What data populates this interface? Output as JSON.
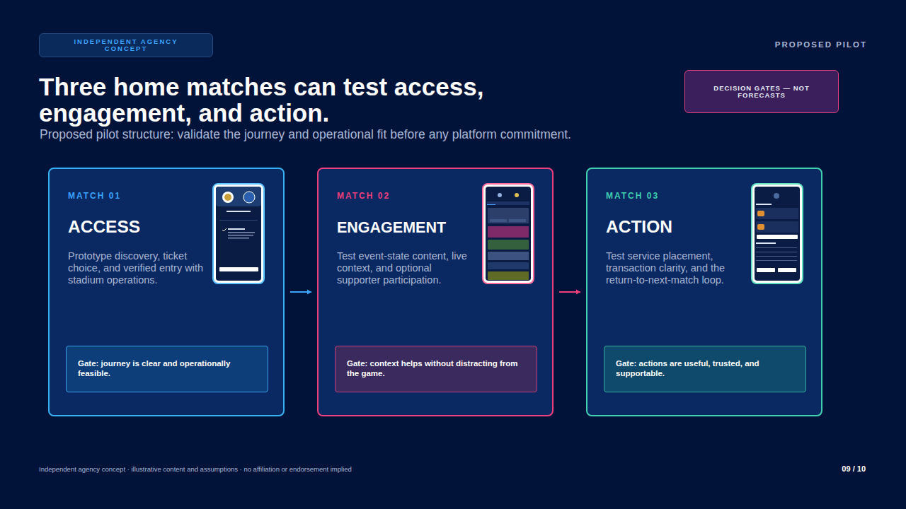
{
  "diagram": {
    "title": "Three home matches can test access, engagement, and action.",
    "nodes": [
      {
        "text": [
          "INDEPENDENT AGENCY CONCEPT"
        ]
      },
      {
        "text": [
          "DECISION GATES — NOT FORECASTS"
        ]
      },
      {
        "text": [
          "MATCH 01",
          "ACCESS",
          "Prototype discovery, ticket choice, and verified entry with stadium operations."
        ]
      },
      {
        "text": [
          "Gate: journey is clear and operationally feasible."
        ],
        "in": 2
      },
      {
        "text": [
          "MATCH 02",
          "ENGAGEMENT",
          "Test event-state content, live context, and optional supporter participation."
        ]
      },
      {
        "text": [
          "Gate: context helps without distracting from the game."
        ],
        "in": 4
      },
      {
        "text": [
          "MATCH 03",
          "ACTION",
          "Test service placement, transaction clarity, and the return-to-next-match loop."
        ]
      },
      {
        "text": [
          "Gate: actions are useful, trusted, and supportable."
        ],
        "in": 6
      }
    ],
    "edges": [
      {
        "from": 2,
        "to": 4,
        "arrow": "to"
      },
      {
        "from": 4,
        "to": 6,
        "arrow": "to"
      }
    ],
    "labels": [
      "PROPOSED PILOT",
      "Proposed pilot structure: validate the journey and operational fit before any platform commitment.",
      "Independent agency concept · illustrative content and assumptions · no affiliation or endorsement implied",
      "09 / 10"
    ]
  }
}
